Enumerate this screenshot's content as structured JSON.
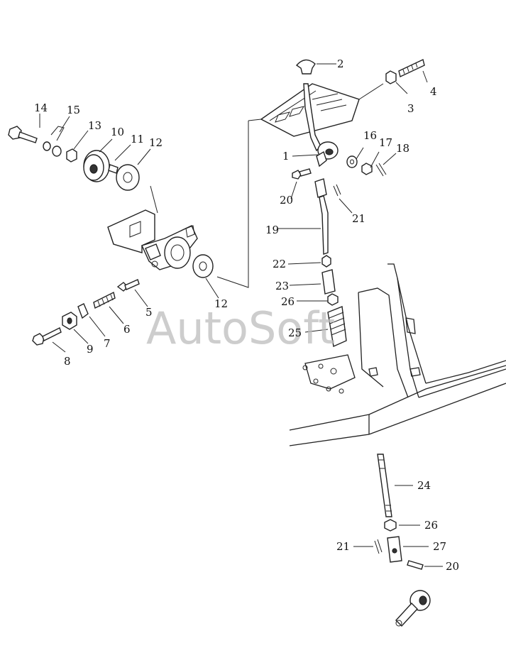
{
  "watermark": "AutoSoft",
  "callouts": {
    "c1": "1",
    "c2": "2",
    "c3": "3",
    "c4": "4",
    "c5": "5",
    "c6": "6",
    "c7": "7",
    "c8": "8",
    "c9": "9",
    "c10": "10",
    "c11": "11",
    "c12a": "12",
    "c12b": "12",
    "c13": "13",
    "c14": "14",
    "c15": "15",
    "c16": "16",
    "c17": "17",
    "c18": "18",
    "c19": "19",
    "c20a": "20",
    "c20b": "20",
    "c21a": "21",
    "c21b": "21",
    "c22": "22",
    "c23": "23",
    "c24": "24",
    "c25": "25",
    "c26a": "26",
    "c26b": "26",
    "c27": "27"
  }
}
